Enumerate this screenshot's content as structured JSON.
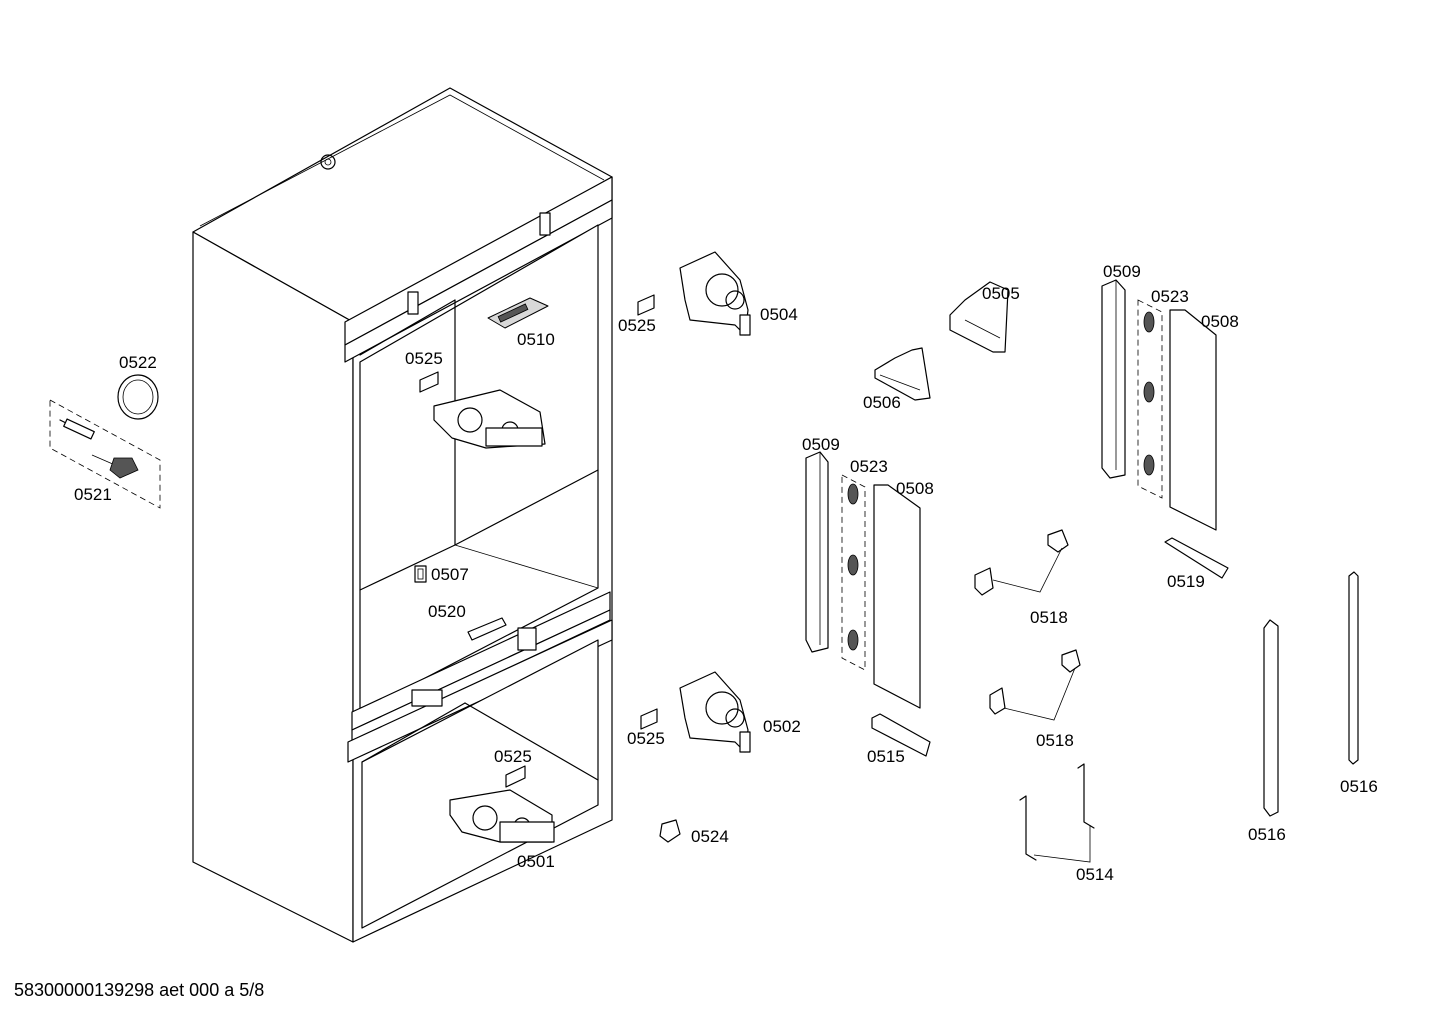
{
  "footer": {
    "document_id": "58300000139298 aet 000 a 5/8"
  },
  "labels": [
    {
      "id": "0522"
    },
    {
      "id": "0521"
    },
    {
      "id": "0525",
      "key": "a"
    },
    {
      "id": "0510"
    },
    {
      "id": "0525",
      "key": "b"
    },
    {
      "id": "0504"
    },
    {
      "id": "0507"
    },
    {
      "id": "0520"
    },
    {
      "id": "0525",
      "key": "c"
    },
    {
      "id": "0501"
    },
    {
      "id": "0525",
      "key": "d"
    },
    {
      "id": "0502"
    },
    {
      "id": "0524"
    },
    {
      "id": "0505"
    },
    {
      "id": "0506"
    },
    {
      "id": "0509",
      "key": "a"
    },
    {
      "id": "0523",
      "key": "a"
    },
    {
      "id": "0508",
      "key": "a"
    },
    {
      "id": "0509",
      "key": "b"
    },
    {
      "id": "0523",
      "key": "b"
    },
    {
      "id": "0508",
      "key": "b"
    },
    {
      "id": "0519"
    },
    {
      "id": "0518",
      "key": "a"
    },
    {
      "id": "0518",
      "key": "b"
    },
    {
      "id": "0515"
    },
    {
      "id": "0514"
    },
    {
      "id": "0516",
      "key": "a"
    },
    {
      "id": "0516",
      "key": "b"
    }
  ]
}
